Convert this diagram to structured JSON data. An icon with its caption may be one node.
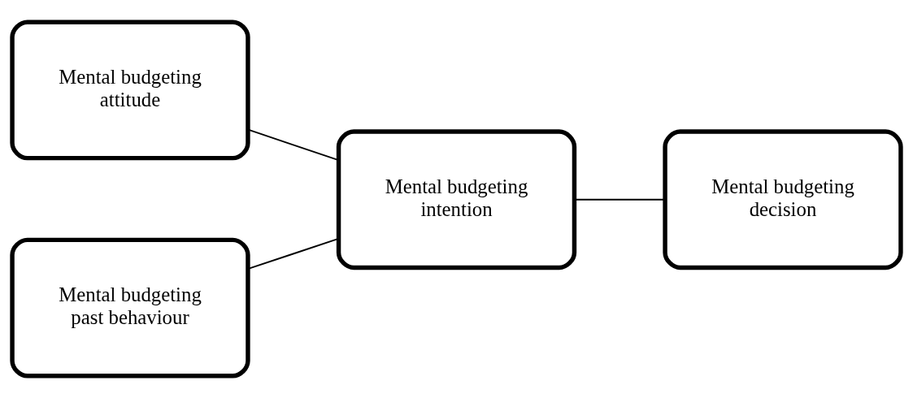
{
  "diagram": {
    "nodes": [
      {
        "text": [
          "Mental budgeting attitude"
        ]
      },
      {
        "text": [
          "Mental budgeting past behaviour"
        ]
      },
      {
        "text": [
          "Mental budgeting intention"
        ]
      },
      {
        "text": [
          "Mental budgeting decision"
        ]
      }
    ],
    "edges": [
      {
        "from": 0,
        "to": 2,
        "arrow": "none"
      },
      {
        "from": 1,
        "to": 2,
        "arrow": "none"
      },
      {
        "from": 2,
        "to": 3,
        "arrow": "none"
      }
    ]
  }
}
